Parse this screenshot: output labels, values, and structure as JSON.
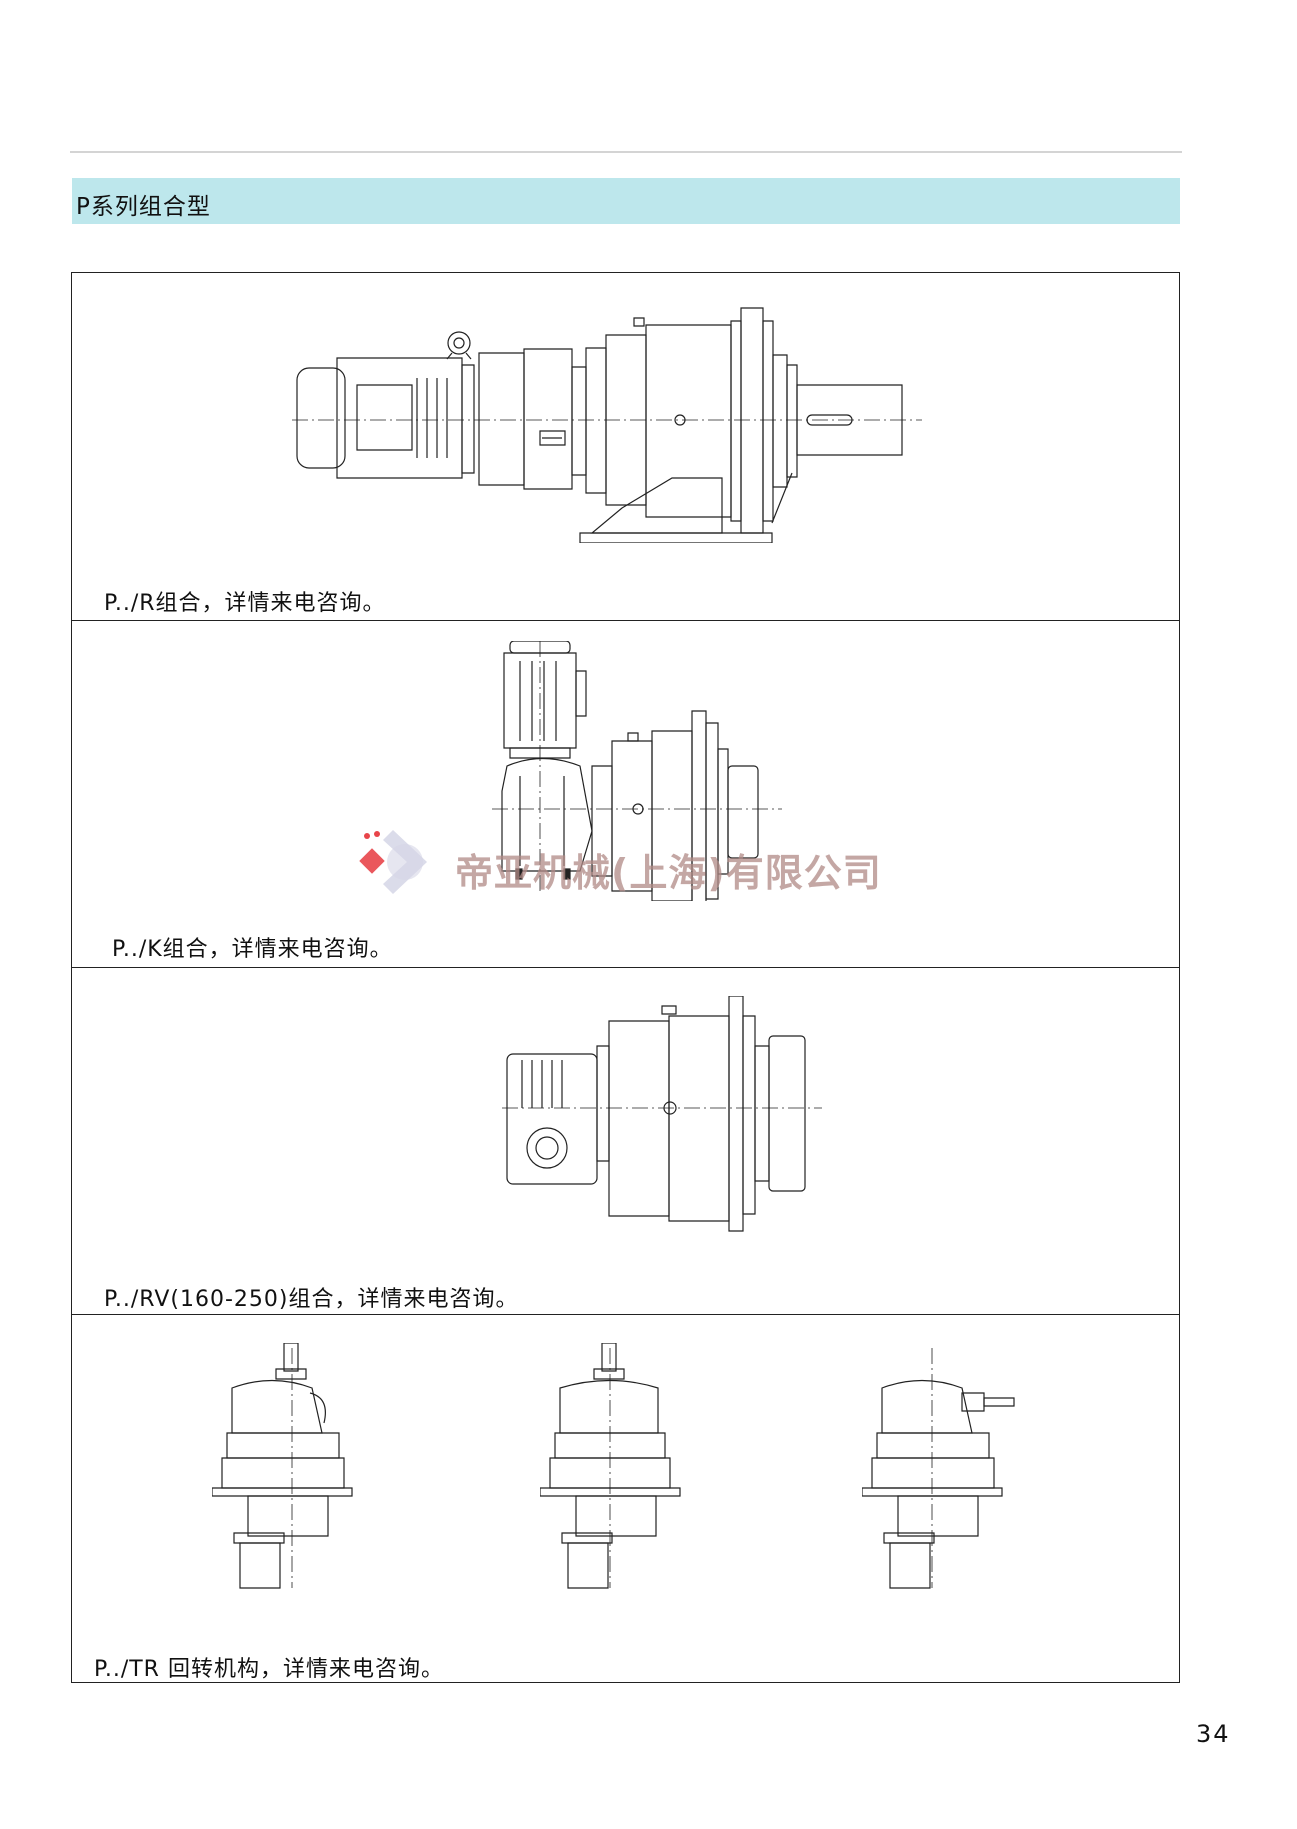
{
  "header": {
    "section_title": "P系列组合型"
  },
  "rows": [
    {
      "caption": "P../R组合，详情来电咨询。",
      "drawing_icon": "planetary-gearbox-with-helical-motor-drawing"
    },
    {
      "caption": "P../K组合，详情来电咨询。",
      "drawing_icon": "planetary-gearbox-with-bevel-motor-drawing"
    },
    {
      "caption": "P../RV(160-250)组合，详情来电咨询。",
      "drawing_icon": "planetary-gearbox-with-worm-drive-drawing"
    },
    {
      "caption": "P../TR 回转机构，详情来电咨询。",
      "drawing_icon": "slewing-mechanism-drawing"
    }
  ],
  "watermark": {
    "text": "帝亚机械(上海)有限公司",
    "logo_colors": [
      "#e8454a",
      "#d5d6e6"
    ]
  },
  "footer": {
    "page_number": "34"
  },
  "colors": {
    "banner": "#bde7ec",
    "line": "#222222"
  }
}
